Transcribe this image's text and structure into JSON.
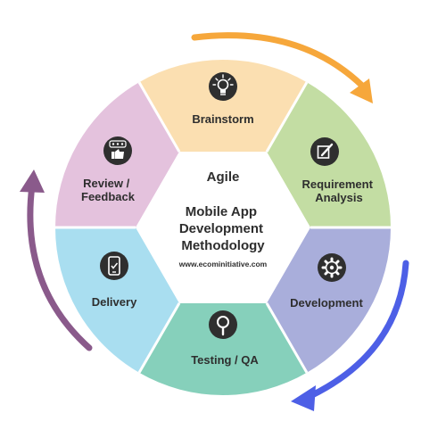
{
  "center": {
    "title": "Agile",
    "subtitle_lines": [
      "Mobile App",
      "Development",
      "Methodology"
    ],
    "website": "www.ecominitiative.com"
  },
  "segments": [
    {
      "name": "brainstorm",
      "label_lines": [
        "Brainstorm"
      ],
      "color": "#fbdfb1",
      "icon": "lightbulb-icon"
    },
    {
      "name": "requirement-analysis",
      "label_lines": [
        "Requirement",
        "Analysis"
      ],
      "color": "#c3dda3",
      "icon": "edit-document-icon"
    },
    {
      "name": "development",
      "label_lines": [
        "Development"
      ],
      "color": "#a9aedb",
      "icon": "gear-icon"
    },
    {
      "name": "testing-qa",
      "label_lines": [
        "Testing / QA"
      ],
      "color": "#86d0bb",
      "icon": "magnifier-icon"
    },
    {
      "name": "delivery",
      "label_lines": [
        "Delivery"
      ],
      "color": "#a9def0",
      "icon": "mobile-phone-icon"
    },
    {
      "name": "review-feedback",
      "label_lines": [
        "Review /",
        "Feedback"
      ],
      "color": "#e4c2dd",
      "icon": "rating-thumbs-up-icon"
    }
  ],
  "arrows": [
    {
      "name": "orange-cycle-arrow",
      "color": "#f6a73b"
    },
    {
      "name": "blue-cycle-arrow",
      "color": "#4d5fe6"
    },
    {
      "name": "purple-cycle-arrow",
      "color": "#8a5a8b"
    }
  ]
}
